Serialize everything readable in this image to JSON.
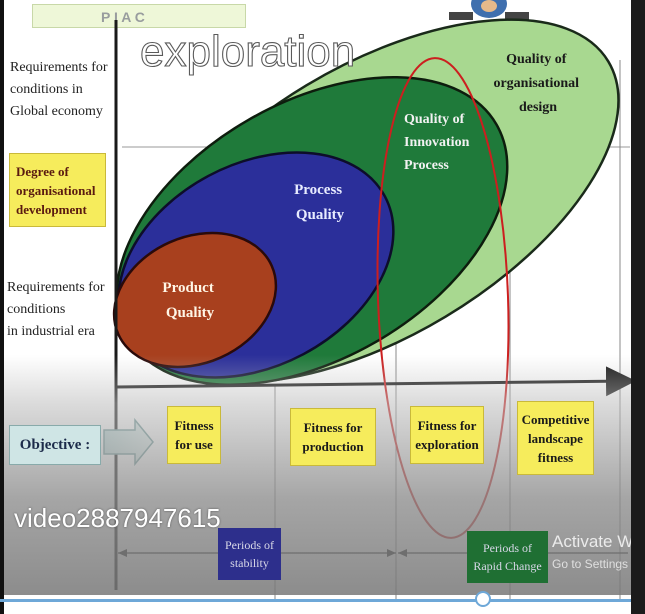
{
  "heading": "exploration",
  "banner_text": "P I A C",
  "requirements_global": [
    "Requirements for",
    "conditions in",
    "Global economy"
  ],
  "requirements_industrial": [
    "Requirements for",
    "conditions",
    "in industrial era"
  ],
  "degree_box": [
    "Degree of",
    "organisational",
    "development"
  ],
  "ellipses": {
    "product": [
      "Product",
      "Quality"
    ],
    "process": [
      "Process",
      "Quality"
    ],
    "innovation": [
      "Quality of",
      "Innovation",
      "Process"
    ],
    "design": [
      "Quality of",
      "organisational",
      "design"
    ]
  },
  "objective_label": "Objective :",
  "objectives": [
    [
      "Fitness",
      "for  use"
    ],
    [
      "Fitness for",
      "production"
    ],
    [
      "Fitness for",
      "exploration"
    ],
    [
      "Competitive",
      "landscape",
      "fitness"
    ]
  ],
  "periods": {
    "stability": [
      "Periods of",
      "stability"
    ],
    "rapid": [
      "Periods of",
      "Rapid Change"
    ]
  },
  "overlay": {
    "video_id": "video2887947615",
    "activate": "Activate Win",
    "goto": "Go to Settings to"
  },
  "colors": {
    "product": "#a8401e",
    "process": "#2b2f9a",
    "innovation": "#1f7a3a",
    "design": "#a8d890",
    "highlight_ring": "#cc1f1f",
    "box_yellow": "#f6ec5c"
  }
}
